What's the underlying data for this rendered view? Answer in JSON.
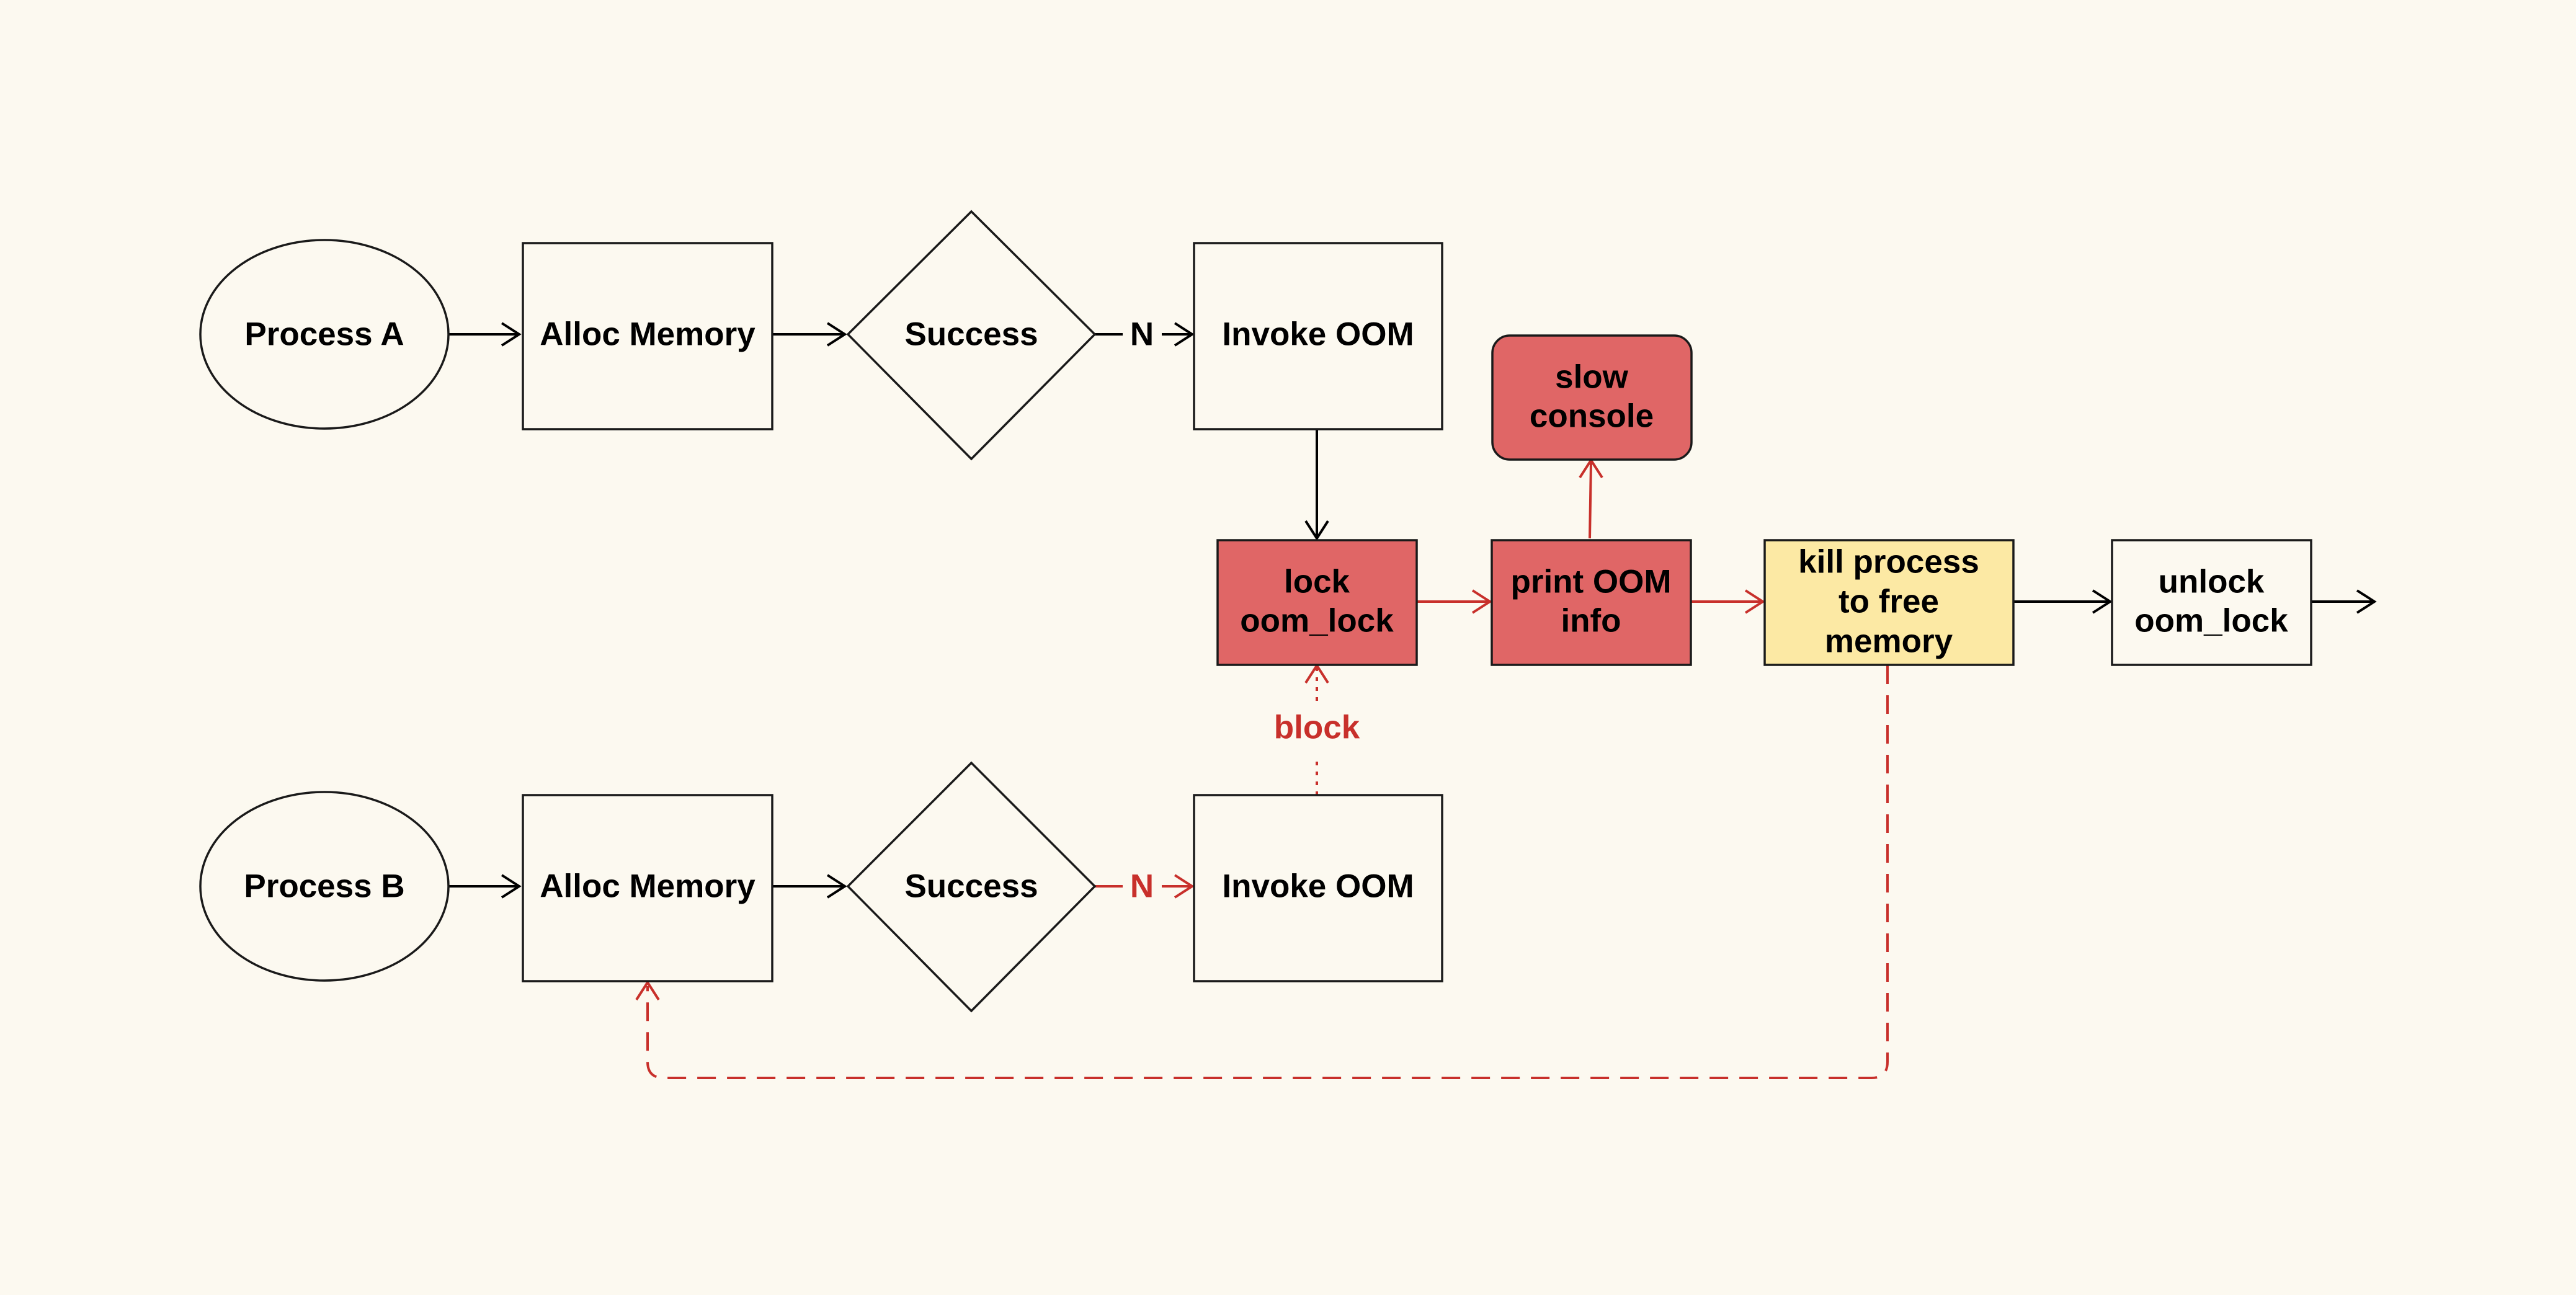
{
  "colors": {
    "background": "#fcf9f0",
    "default_fill": "#fcf9f0",
    "highlight_red": "#e06666",
    "highlight_yellow": "#fce9a4",
    "black_edge": "#000000",
    "red_edge": "#c8302b"
  },
  "nodes": {
    "process_a": {
      "label": "Process A",
      "shape": "ellipse"
    },
    "alloc_a": {
      "label": "Alloc Memory",
      "shape": "rect"
    },
    "success_a": {
      "label": "Success",
      "shape": "diamond"
    },
    "invoke_a": {
      "label": "Invoke OOM",
      "shape": "rect"
    },
    "process_b": {
      "label": "Process B",
      "shape": "ellipse"
    },
    "alloc_b": {
      "label": "Alloc Memory",
      "shape": "rect"
    },
    "success_b": {
      "label": "Success",
      "shape": "diamond"
    },
    "invoke_b": {
      "label": "Invoke OOM",
      "shape": "rect"
    },
    "lock": {
      "lines": [
        "lock",
        "oom_lock"
      ],
      "shape": "rect"
    },
    "print": {
      "lines": [
        "print OOM",
        "info"
      ],
      "shape": "rect"
    },
    "slow": {
      "lines": [
        "slow",
        "console"
      ],
      "shape": "rounded-rect"
    },
    "kill": {
      "lines": [
        "kill process",
        "to free",
        "memory"
      ],
      "shape": "rect"
    },
    "unlock": {
      "lines": [
        "unlock",
        "oom_lock"
      ],
      "shape": "rect"
    }
  },
  "edges": {
    "n_a": {
      "label": "N"
    },
    "n_b": {
      "label": "N"
    },
    "block": {
      "label": "block"
    }
  }
}
